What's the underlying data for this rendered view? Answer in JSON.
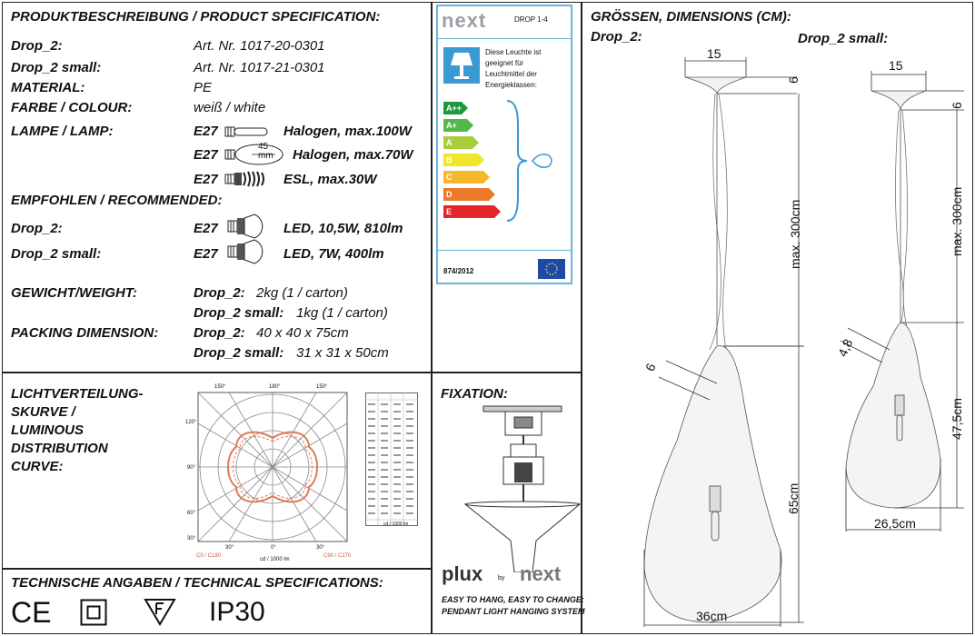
{
  "spec": {
    "title": "PRODUKTBESCHREIBUNG / PRODUCT SPECIFICATION:",
    "rows": [
      {
        "label": "Drop_2:",
        "value": "Art. Nr. 1017-20-0301"
      },
      {
        "label": "Drop_2 small:",
        "value": "Art. Nr. 1017-21-0301"
      },
      {
        "label": "MATERIAL:",
        "value": "PE"
      },
      {
        "label": "FARBE / COLOUR:",
        "value": "weiß / white"
      }
    ],
    "lamp_label": "LAMPE / LAMP:",
    "lamps": [
      {
        "socket": "E27",
        "desc": "Halogen, max.100W"
      },
      {
        "socket": "E27",
        "desc": "Halogen, max.70W",
        "size_top": "45",
        "size_unit": "mm"
      },
      {
        "socket": "E27",
        "desc": "ESL, max.30W"
      }
    ],
    "recommended_title": "EMPFOHLEN / RECOMMENDED:",
    "recommended": [
      {
        "label": "Drop_2:",
        "socket": "E27",
        "desc": "LED, 10,5W, 810lm"
      },
      {
        "label": "Drop_2 small:",
        "socket": "E27",
        "desc": "LED, 7W, 400lm"
      }
    ],
    "weight_label": "GEWICHT/WEIGHT:",
    "weights": [
      {
        "name": "Drop_2:",
        "value": "2kg (1 / carton)"
      },
      {
        "name": "Drop_2 small:",
        "value": "1kg  (1 / carton)"
      }
    ],
    "packing_label": "PACKING DIMENSION:",
    "packing": [
      {
        "name": "Drop_2:",
        "value": "40 x 40 x 75cm"
      },
      {
        "name": "Drop_2 small:",
        "value": "31 x 31 x 50cm"
      }
    ]
  },
  "energy": {
    "brand": "next",
    "model": "DROP 1-4",
    "text": [
      "Diese Leuchte ist",
      "geeignet für",
      "Leuchtmittel der",
      "Energieklassen:"
    ],
    "classes": [
      {
        "label": "A++",
        "color": "#1a9a3a"
      },
      {
        "label": "A+",
        "color": "#52b848"
      },
      {
        "label": "A",
        "color": "#a8cf3a"
      },
      {
        "label": "B",
        "color": "#f0e52a"
      },
      {
        "label": "C",
        "color": "#f5b82a"
      },
      {
        "label": "D",
        "color": "#ec7a2a"
      },
      {
        "label": "E",
        "color": "#e2262a"
      }
    ],
    "regulation": "874/2012"
  },
  "dimensions": {
    "title": "GRÖSSEN, DIMENSIONS (CM):",
    "drop2": {
      "name": "Drop_2:",
      "top_width": "15",
      "canopy_h": "6",
      "cable": "max. 300cm",
      "neck": "6",
      "height": "65cm",
      "width": "36cm"
    },
    "drop2small": {
      "name": "Drop_2 small:",
      "top_width": "15",
      "canopy_h": "6",
      "cable": "max. 300cm",
      "neck": "4,8",
      "height": "47,5cm",
      "width": "26,5cm"
    }
  },
  "luminous": {
    "title_lines": [
      "LICHTVERTEILUNG-",
      "SKURVE /",
      "LUMINOUS",
      "DISTRIBUTION",
      "CURVE:"
    ],
    "legend_left": "C0 / C180",
    "legend_right": "C90 / C270",
    "unit": "cd / 1000 lm",
    "angles_top": [
      "150°",
      "180°",
      "150°"
    ],
    "angles_side": [
      "120°",
      "90°",
      "60°",
      "30°"
    ],
    "angles_bottom": [
      "30°",
      "0°",
      "30°"
    ]
  },
  "fixation": {
    "title": "FIXATION:",
    "brand1": "plux",
    "by": "by",
    "brand2": "next",
    "tag1": "EASY TO HANG, EASY TO CHANGE:",
    "tag2": "PENDANT LIGHT HANGING SYSTEM"
  },
  "tech": {
    "title": "TECHNISCHE ANGABEN / TECHNICAL SPECIFICATIONS:",
    "ce": "CE",
    "ip": "IP30"
  }
}
